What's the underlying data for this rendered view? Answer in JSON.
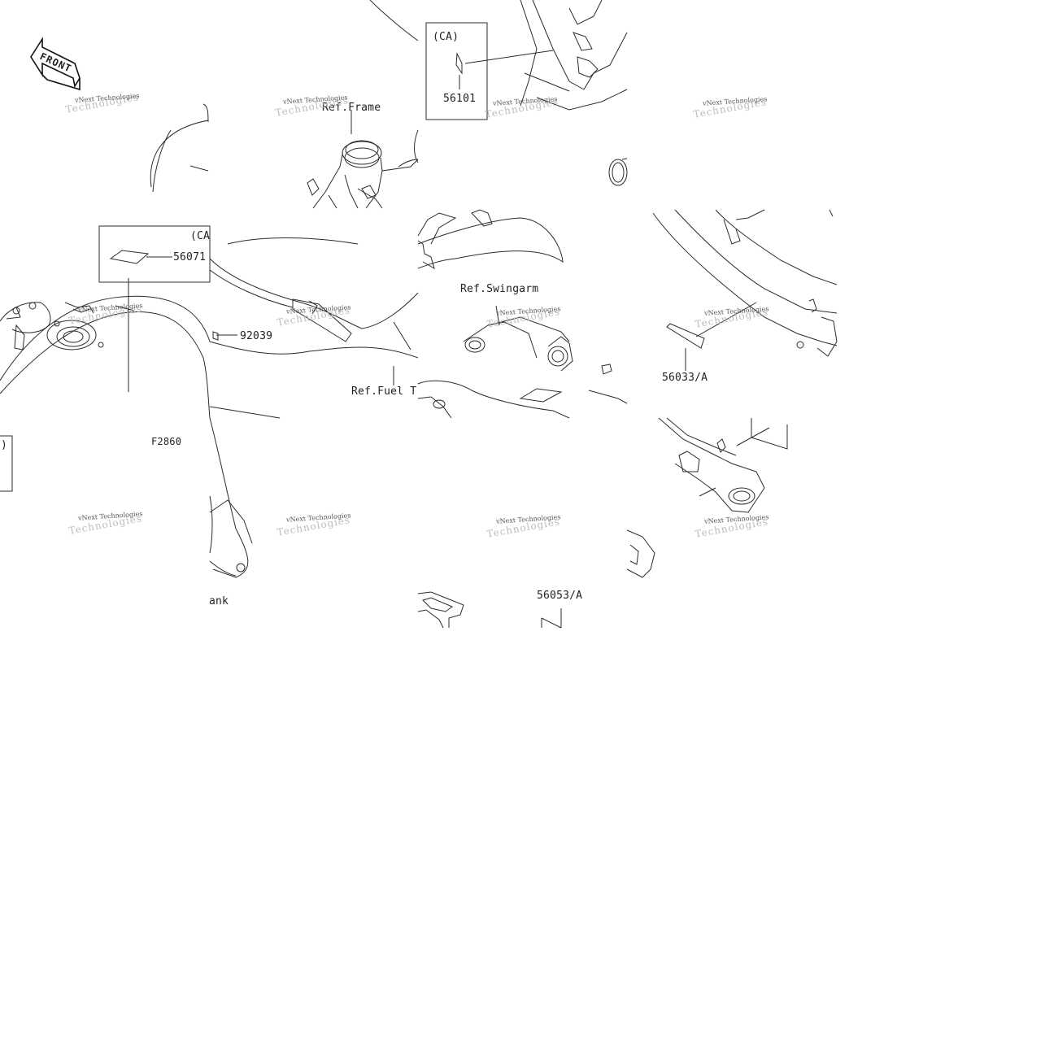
{
  "front_badge": {
    "text": "FRONT",
    "icon": "front-arrow-icon"
  },
  "watermark": {
    "text": "vNext Technologies",
    "shadow": "Technologies"
  },
  "labels": {
    "ca_top": "(CA)",
    "part_56101": "56101",
    "ref_frame": "Ref.Frame",
    "ca_left": "(CA",
    "part_56071": "56071",
    "part_92039": "92039",
    "ref_swingarm": "Ref.Swingarm",
    "ref_fuel": "Ref.Fuel T",
    "part_56033": "56033/A",
    "diagram_code": "F2860",
    "paren_left": ")",
    "ank": "ank",
    "part_56053": "56053/A"
  },
  "colors": {
    "line": "#2b2b2b",
    "background": "#ffffff",
    "watermark": "#555555"
  }
}
